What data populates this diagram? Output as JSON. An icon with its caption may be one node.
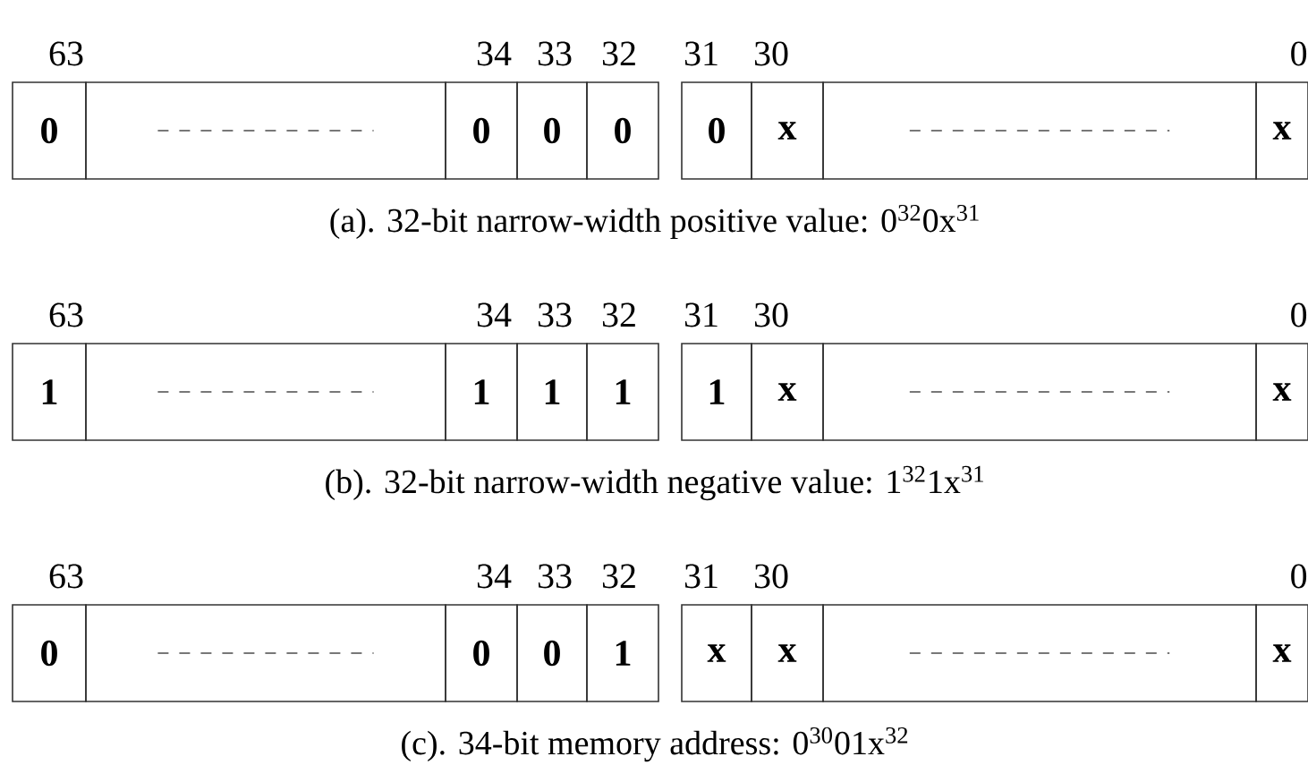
{
  "diagram": {
    "nodes": [
      {
        "text": [
          "0"
        ]
      },
      {
        "text": [],
        "shape": "box"
      },
      {
        "text": [
          "0"
        ]
      },
      {
        "text": [
          "0"
        ]
      },
      {
        "text": [
          "0"
        ]
      },
      {
        "text": [
          "0"
        ]
      },
      {
        "text": [
          "x"
        ]
      },
      {
        "text": [],
        "shape": "box"
      },
      {
        "text": [
          "x"
        ]
      },
      {
        "text": [
          "1"
        ]
      },
      {
        "text": [],
        "shape": "box"
      },
      {
        "text": [
          "1"
        ]
      },
      {
        "text": [
          "1"
        ]
      },
      {
        "text": [
          "1"
        ]
      },
      {
        "text": [
          "1"
        ]
      },
      {
        "text": [
          "x"
        ]
      },
      {
        "text": [],
        "shape": "box"
      },
      {
        "text": [
          "x"
        ]
      },
      {
        "text": [
          "0"
        ]
      },
      {
        "text": [],
        "shape": "box"
      },
      {
        "text": [
          "0"
        ]
      },
      {
        "text": [
          "0"
        ]
      },
      {
        "text": [
          "1"
        ]
      },
      {
        "text": [
          "x"
        ]
      },
      {
        "text": [
          "x"
        ]
      },
      {
        "text": [],
        "shape": "box"
      },
      {
        "text": [
          "x"
        ]
      }
    ],
    "labels": [
      "63",
      "34",
      "33",
      "32",
      "31",
      "30",
      "0",
      "(a). 32-bit narrow-width positive value: 0$^{32}$0x$^{31}$",
      "63",
      "34",
      "33",
      "32",
      "31",
      "30",
      "0",
      "(b). 32-bit narrow-width negative value: 1$^{32}$1x$^{31}$",
      "63",
      "34",
      "33",
      "32",
      "31",
      "30",
      "0",
      "(c). 34-bit memory address: 0$^{30}$01x$^{32}$"
    ]
  }
}
